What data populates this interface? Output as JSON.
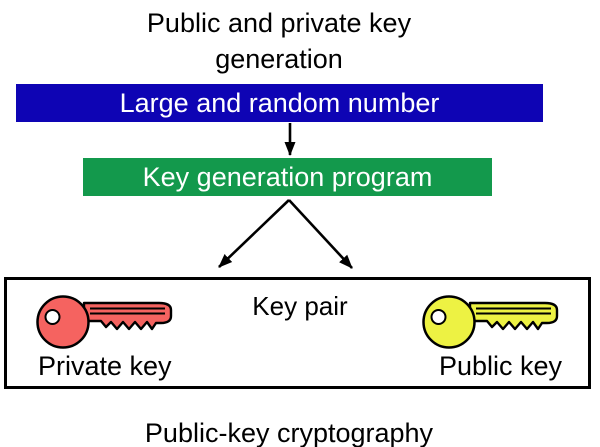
{
  "title": {
    "line1": "Public and private key",
    "line2": "generation"
  },
  "diagram": {
    "random_number_box": {
      "label": "Large and random number"
    },
    "key_generation_box": {
      "label": "Key generation program"
    },
    "key_pair_box": {
      "heading": "Key pair",
      "private_key": {
        "label": "Private key",
        "icon": "key-icon",
        "color": "#f56360"
      },
      "public_key": {
        "label": "Public key",
        "icon": "key-icon",
        "color": "#edf243"
      }
    },
    "caption": "Public-key cryptography"
  },
  "colors": {
    "random_number_box_bg": "#0e04b4",
    "key_generation_box_bg": "#13994c",
    "box_text": "#ffffff",
    "text": "#000000",
    "outline": "#000000",
    "background": "#ffffff"
  }
}
